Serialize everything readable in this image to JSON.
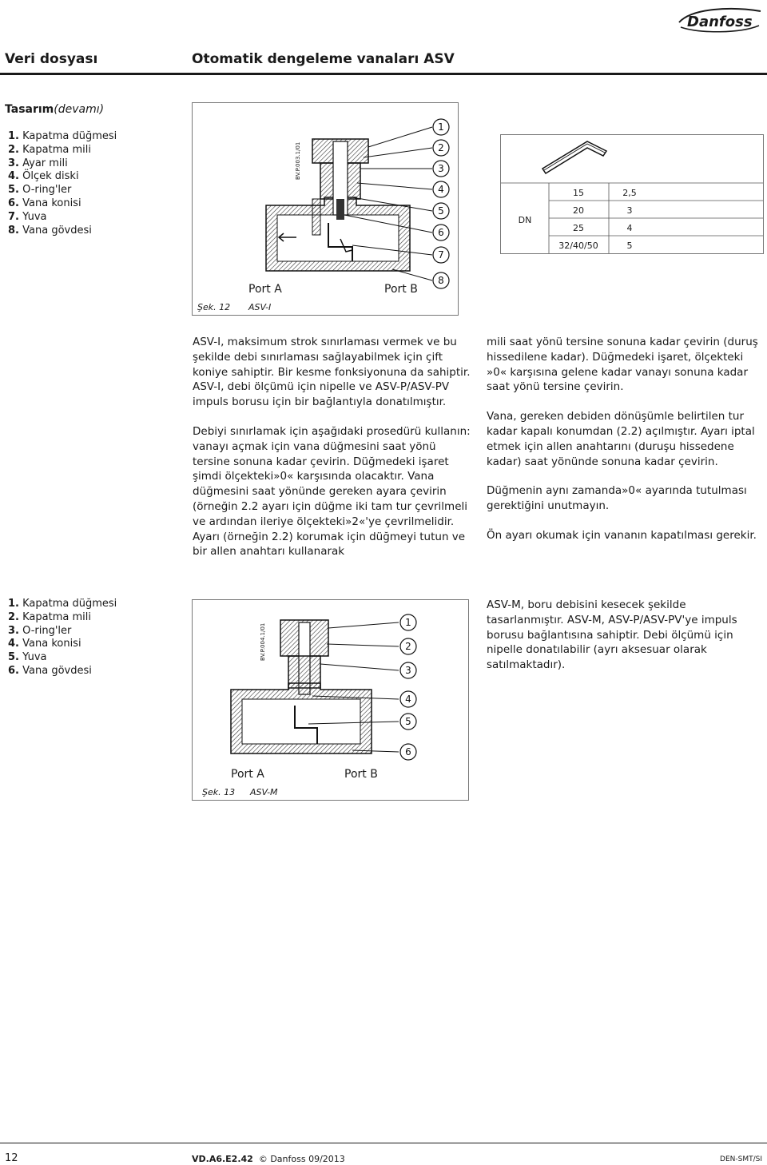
{
  "brand": {
    "logo_text": "Danfoss"
  },
  "header": {
    "left": "Veri dosyası",
    "right": "Otomatik dengeleme vanaları ASV"
  },
  "section": {
    "title_bold": "Tasarım",
    "title_italic": "(devamı)"
  },
  "figure1": {
    "parts": [
      {
        "num": "1.",
        "label": "Kapatma düğmesi"
      },
      {
        "num": "2.",
        "label": "Kapatma mili"
      },
      {
        "num": "3.",
        "label": "Ayar mili"
      },
      {
        "num": "4.",
        "label": "Ölçek diski"
      },
      {
        "num": "5.",
        "label": "O-ring'ler"
      },
      {
        "num": "6.",
        "label": "Vana konisi"
      },
      {
        "num": "7.",
        "label": "Yuva"
      },
      {
        "num": "8.",
        "label": "Vana gövdesi"
      }
    ],
    "code": "BV.P.003.1/01",
    "port_a": "Port A",
    "port_b": "Port B",
    "caption_num": "Şek. 12",
    "caption_name": "ASV-I",
    "callouts": [
      "1",
      "2",
      "3",
      "4",
      "5",
      "6",
      "7",
      "8"
    ]
  },
  "allen_table": {
    "dn_label": "DN",
    "rows": [
      {
        "dn": "15",
        "key": "2,5"
      },
      {
        "dn": "20",
        "key": "3"
      },
      {
        "dn": "25",
        "key": "4"
      },
      {
        "dn": "32/40/50",
        "key": "5"
      }
    ]
  },
  "text_col1": [
    "ASV-I, maksimum strok sınırlaması vermek ve bu şekilde debi sınırlaması sağlayabilmek için çift koniye sahiptir. Bir kesme fonksiyonuna da sahiptir. ASV-I, debi ölçümü için nipelle ve ASV-P/ASV-PV impuls borusu için bir bağlantıyla donatılmıştır.",
    "Debiyi sınırlamak için aşağıdaki prosedürü kullanın: vanayı açmak için vana düğmesini saat yönü tersine sonuna kadar çevirin. Düğmedeki işaret şimdi ölçekteki»0« karşısında olacaktır. Vana düğmesini saat yönünde gereken ayara çevirin (örneğin 2.2 ayarı için düğme iki tam tur çevrilmeli ve ardından ileriye ölçekteki»2«'ye çevrilmelidir. Ayarı (örneğin 2.2) korumak için düğmeyi tutun ve bir allen anahtarı kullanarak"
  ],
  "text_col2": [
    "mili saat yönü tersine sonuna kadar çevirin (duruş hissedilene kadar). Düğmedeki işaret, ölçekteki »0« karşısına gelene kadar vanayı sonuna kadar saat yönü tersine çevirin.",
    "Vana, gereken debiden dönüşümle belirtilen tur kadar kapalı konumdan (2.2) açılmıştır. Ayarı iptal etmek için allen anahtarını (duruşu hissedene kadar) saat yönünde sonuna kadar çevirin.",
    "Düğmenin aynı zamanda»0« ayarında tutulması gerektiğini unutmayın.",
    "Ön ayarı okumak için vananın kapatılması gerekir."
  ],
  "figure2": {
    "parts": [
      {
        "num": "1.",
        "label": "Kapatma düğmesi"
      },
      {
        "num": "2.",
        "label": "Kapatma mili"
      },
      {
        "num": "3.",
        "label": "O-ring'ler"
      },
      {
        "num": "4.",
        "label": "Vana konisi"
      },
      {
        "num": "5.",
        "label": "Yuva"
      },
      {
        "num": "6.",
        "label": "Vana gövdesi"
      }
    ],
    "code": "BV.P.004.1/01",
    "port_a": "Port A",
    "port_b": "Port B",
    "caption_num": "Şek. 13",
    "caption_name": "ASV-M",
    "callouts": [
      "1",
      "2",
      "3",
      "4",
      "5",
      "6"
    ]
  },
  "text_col3": "ASV-M, boru debisini kesecek şekilde tasarlanmıştır. ASV-M, ASV-P/ASV-PV'ye impuls borusu bağlantısına sahiptir. Debi ölçümü için nipelle donatılabilir (ayrı aksesuar olarak satılmaktadır).",
  "footer": {
    "page": "12",
    "doc_code": "VD.A6.E2.42",
    "copyright": "© Danfoss 09/2013",
    "dept": "DEN-SMT/SI"
  }
}
